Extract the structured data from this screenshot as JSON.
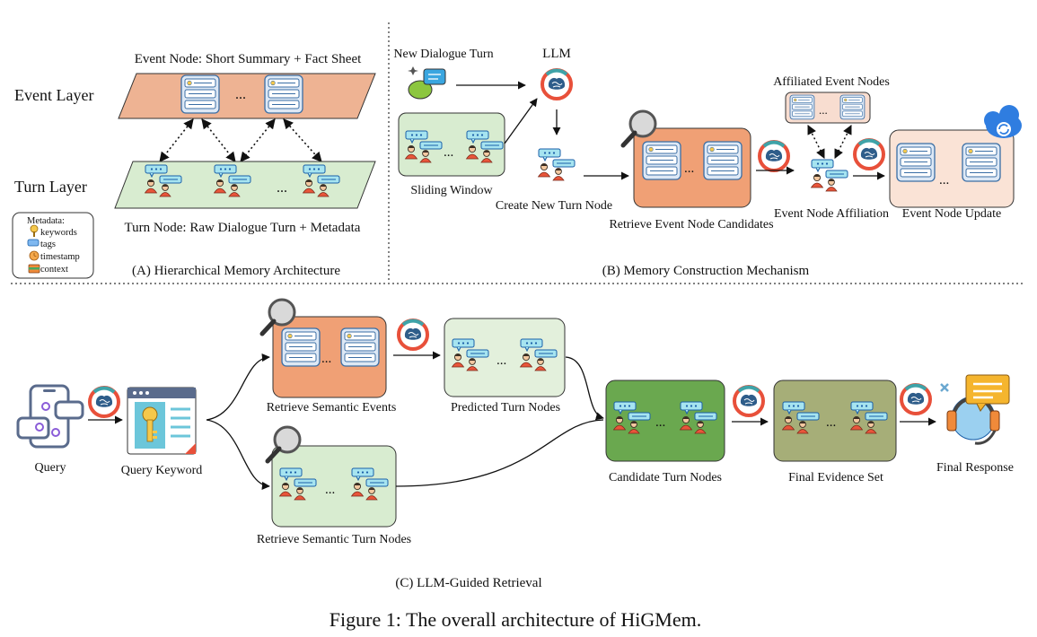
{
  "caption": "Figure 1: The overall architecture of HiGMem.",
  "panel_a": {
    "title": "(A) Hierarchical Memory Architecture",
    "event_layer": "Event Layer",
    "turn_layer": "Turn Layer",
    "event_node_label": "Event Node: Short Summary + Fact Sheet",
    "turn_node_label": "Turn Node: Raw Dialogue Turn + Metadata",
    "metadata_title": "Metadata:",
    "metadata_items": [
      "keywords",
      "tags",
      "timestamp",
      "context"
    ]
  },
  "panel_b": {
    "title": "(B) Memory Construction Mechanism",
    "new_dialogue_turn": "New Dialogue Turn",
    "llm": "LLM",
    "sliding_window": "Sliding Window",
    "create_new_turn_node": "Create New Turn Node",
    "retrieve_event_node_candidates": "Retrieve Event Node Candidates",
    "affiliated_event_nodes": "Affiliated Event Nodes",
    "event_node_affiliation": "Event Node Affiliation",
    "event_node_update": "Event Node Update"
  },
  "panel_c": {
    "title": "(C) LLM-Guided Retrieval",
    "query": "Query",
    "query_keyword": "Query Keyword",
    "retrieve_semantic_events": "Retrieve Semantic Events",
    "predicted_turn_nodes": "Predicted Turn Nodes",
    "retrieve_semantic_turn_nodes": "Retrieve Semantic Turn Nodes",
    "candidate_turn_nodes": "Candidate Turn Nodes",
    "final_evidence_set": "Final Evidence Set",
    "final_response": "Final Response"
  },
  "ellipsis": "...",
  "colors": {
    "event": "#eeb393",
    "event_box": "#f0a075",
    "turn": "#d8ecd0",
    "candidate": "#6aa84f",
    "evidence": "#a6ae78",
    "card": "#dde8f5",
    "card_stroke": "#3a6ea5",
    "bubble": "#a6e4f0",
    "bubble_stroke": "#1a5fa8",
    "person_shirt": "#e8553a",
    "llm_ring": "#e8503a",
    "llm_teal": "#3fa3a8",
    "cloud": "#2f7de0",
    "query_bg": "#5a6b8c"
  },
  "icons": [
    "speech-bubbles-icon",
    "llm-brain-icon",
    "magnifier-icon",
    "phone-chat-icon",
    "key-document-icon",
    "headset-response-icon",
    "cloud-sync-icon",
    "key-icon",
    "tag-icon",
    "clock-icon",
    "context-icon"
  ]
}
